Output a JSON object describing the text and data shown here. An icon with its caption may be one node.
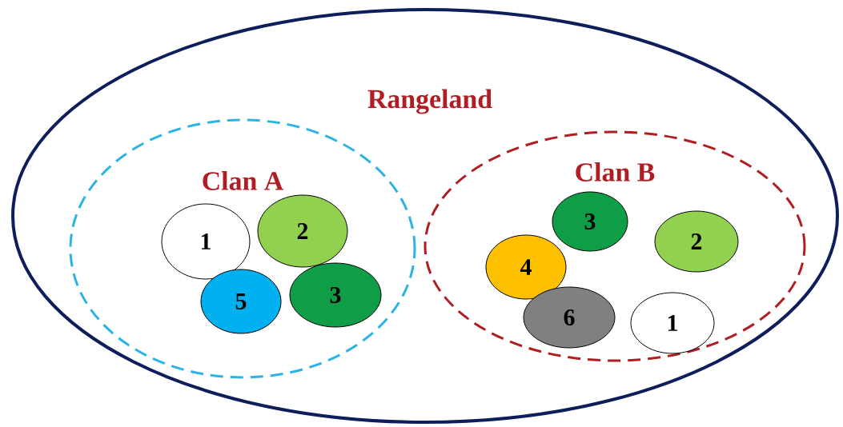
{
  "diagram": {
    "nodes": [
      {
        "text": [
          "Rangeland"
        ]
      },
      {
        "text": [
          "Clan A"
        ],
        "in": 0
      },
      {
        "text": [
          "Clan B"
        ],
        "in": 0
      },
      {
        "text": [
          "1"
        ],
        "in": 1
      },
      {
        "text": [
          "2"
        ],
        "in": 1
      },
      {
        "text": [
          "5"
        ],
        "in": 1
      },
      {
        "text": [
          "3"
        ],
        "in": 1
      },
      {
        "text": [
          "3"
        ],
        "in": 2
      },
      {
        "text": [
          "4"
        ],
        "in": 2
      },
      {
        "text": [
          "2"
        ],
        "in": 2
      },
      {
        "text": [
          "6"
        ],
        "in": 2
      },
      {
        "text": [
          "1"
        ],
        "in": 2
      }
    ]
  }
}
